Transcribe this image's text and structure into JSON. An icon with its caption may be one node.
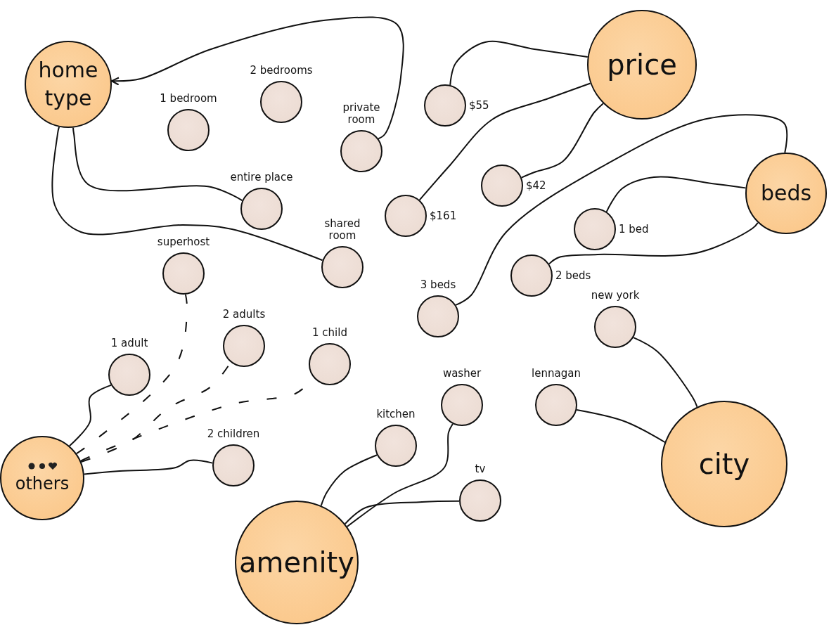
{
  "diagram": {
    "nodes": [
      {
        "text": [
          "home type"
        ]
      },
      {
        "text": [
          "1 bedroom"
        ]
      },
      {
        "text": [
          "2 bedrooms"
        ]
      },
      {
        "text": [
          "private room"
        ]
      },
      {
        "text": [
          "entire place"
        ]
      },
      {
        "text": [
          "$55"
        ]
      },
      {
        "text": [
          "price"
        ]
      },
      {
        "text": [
          "$42"
        ]
      },
      {
        "text": [
          "$161"
        ]
      },
      {
        "text": [
          "beds"
        ]
      },
      {
        "text": [
          "1 bed"
        ]
      },
      {
        "text": [
          "superhost"
        ]
      },
      {
        "text": [
          "shared room"
        ]
      },
      {
        "text": [
          "2 beds"
        ]
      },
      {
        "text": [
          "3 beds"
        ]
      },
      {
        "text": [
          "new york"
        ]
      },
      {
        "text": [
          "1 adult"
        ]
      },
      {
        "text": [
          "2 adults"
        ]
      },
      {
        "text": [
          "1 child"
        ]
      },
      {
        "text": [
          "washer"
        ]
      },
      {
        "text": [
          "lennagan"
        ]
      },
      {
        "text": [
          "kitchen"
        ]
      },
      {
        "text": [
          "others"
        ]
      },
      {
        "text": [
          "2 children"
        ]
      },
      {
        "text": [
          "city"
        ]
      },
      {
        "text": [
          "tv"
        ]
      },
      {
        "text": [
          "amenity"
        ]
      }
    ],
    "edges": [
      {
        "from": 3,
        "to": 0,
        "arrow": "to"
      },
      {
        "from": 0,
        "to": 4,
        "arrow": "none"
      },
      {
        "from": 0,
        "to": 12,
        "arrow": "none"
      },
      {
        "from": 6,
        "to": 5,
        "arrow": "none"
      },
      {
        "from": 6,
        "to": 8,
        "arrow": "none"
      },
      {
        "from": 6,
        "to": 7,
        "arrow": "none"
      },
      {
        "from": 9,
        "to": 10,
        "arrow": "none"
      },
      {
        "from": 9,
        "to": 13,
        "arrow": "none"
      },
      {
        "from": 9,
        "to": 14,
        "arrow": "none"
      },
      {
        "from": 24,
        "to": 15,
        "arrow": "none"
      },
      {
        "from": 24,
        "to": 20,
        "arrow": "none"
      },
      {
        "from": 26,
        "to": 21,
        "arrow": "none"
      },
      {
        "from": 26,
        "to": 19,
        "arrow": "none"
      },
      {
        "from": 26,
        "to": 25,
        "arrow": "none"
      },
      {
        "from": 22,
        "to": 16,
        "arrow": "none"
      },
      {
        "from": 22,
        "to": 23,
        "arrow": "none"
      },
      {
        "from": 22,
        "to": 17,
        "arrow": "none",
        "style": "dashed"
      },
      {
        "from": 22,
        "to": 18,
        "arrow": "none",
        "style": "dashed"
      },
      {
        "from": 22,
        "to": 11,
        "arrow": "none",
        "style": "dashed"
      }
    ]
  }
}
